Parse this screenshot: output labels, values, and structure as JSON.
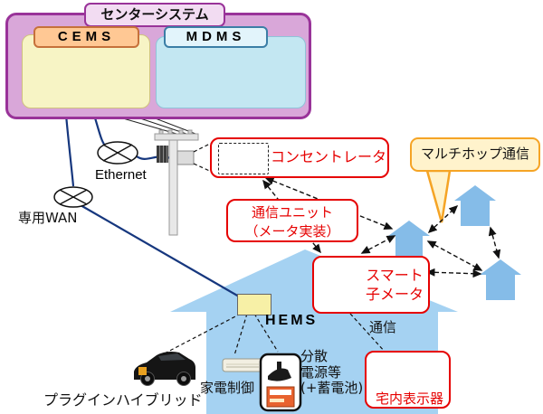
{
  "header": {
    "title": "センターシステム"
  },
  "systems": {
    "cems": "CEMS",
    "mdms": "MDMS"
  },
  "network": {
    "ethernet": "Ethernet",
    "wan": "専用WAN"
  },
  "field": {
    "concentrator": "コンセントレータ",
    "comm_unit": {
      "line1": "通信ユニット",
      "line2": "（メータ実装）"
    },
    "multihop": "マルチホップ通信"
  },
  "house": {
    "hems": "HEMS",
    "smart_meter": {
      "line1": "スマート",
      "line2": "子メータ"
    },
    "comm": "通信",
    "display": "宅内表示器",
    "appliance": "家電制御",
    "distributed": {
      "line1": "分散",
      "line2": "電源等",
      "line3": "(+蓄電池)"
    },
    "phv": "プラグインハイブリッド"
  },
  "colors": {
    "red_accent": "#e60000",
    "purple_border": "#993399",
    "purple_fill": "#d9a7d9",
    "callout_border": "#f5a425",
    "callout_fill": "#fff3cc",
    "house_fill": "#a5d2f2",
    "small_house_fill": "#85bce8",
    "line_navy": "#16377e",
    "hems_fill": "#f7f0a6"
  }
}
